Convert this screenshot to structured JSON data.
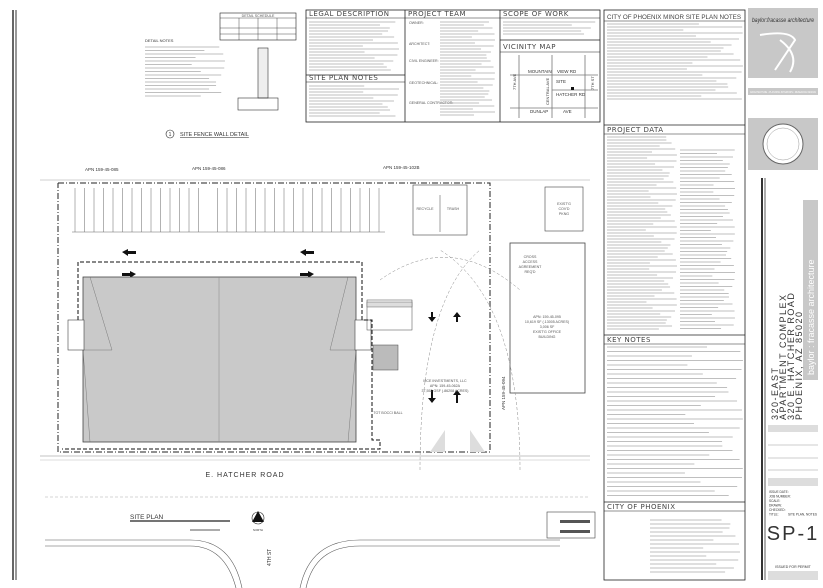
{
  "sheet": {
    "number": "SP-1",
    "status": "ISSUED FOR PERMIT",
    "project_lines": [
      "320-EAST",
      "APARTMENT COMPLEX",
      "320 E. HATCHER ROAD",
      "PHOENIX, AZ 85020"
    ],
    "firm_vertical": "baylor : fracasse architecture",
    "firm_logo": "baylor:fracasse architecture",
    "firm_services": "ARCHITECTURE • PLANNING INTERIORS • RESEARCH DESIGN",
    "info_labels": [
      "ISSUE DATE:",
      "JOB NUMBER:",
      "SCALE:",
      "DRAWN:",
      "CHECKED:",
      "TITLE:"
    ],
    "title_value": "SITE PLAN, NOTES"
  },
  "detail": {
    "title": "SITE FENCE WALL DETAIL",
    "number": "1",
    "schedule_title": "DETAIL SCHEDULE",
    "notes_title": "DETAIL NOTES"
  },
  "panels": {
    "legal_description": "LEGAL DESCRIPTION",
    "site_plan_notes": "SITE PLAN NOTES",
    "project_team": "PROJECT TEAM",
    "project_team_roles": [
      "OWNER:",
      "ARCHITECT:",
      "CIVIL ENGINEER:",
      "GEOTECHNICAL:",
      "GENERAL CONTRACTOR:"
    ],
    "scope_of_work": "SCOPE OF WORK",
    "vicinity_map": "VICINITY MAP",
    "minor_site_plan_notes": "CITY OF PHOENIX MINOR SITE PLAN NOTES",
    "project_data": "PROJECT DATA",
    "key_notes": "KEY NOTES",
    "city_of_phoenix": "CITY OF PHOENIX"
  },
  "vicinity": {
    "streets": [
      "MOUNTAIN",
      "VIEW RD",
      "HATCHER RD",
      "DUNLAP",
      "AVE",
      "7TH AVE",
      "CENTRAL AVE",
      "7TH ST"
    ],
    "site_label": "SITE"
  },
  "site_plan": {
    "title": "SITE PLAN",
    "north_label": "NORTH",
    "road": "E. HATCHER ROAD",
    "street": "4TH ST",
    "parcels": [
      "APN 159-45-085",
      "APN 159-45-086",
      "APN 159-45-102B",
      "APN 159-45-094"
    ],
    "office_building": [
      "APN: 159-45-095",
      "10,619 SF (.13005 ACRES)",
      "3,006 SF",
      "EXIST'G OFFICE",
      "BUILDING"
    ],
    "site_parcel": [
      "MCE INVESTMENTS, LLC",
      "APN: 159-45-062A",
      "37,552 GSF (.86208 ACRES)"
    ],
    "cross_access": [
      "CROSS",
      "ACCESS",
      "AGREEMENT",
      "REQ'D"
    ],
    "covered_parking": [
      "EXIST'G",
      "COV'D",
      "PKNG"
    ],
    "enclosures": [
      "RECYCLE",
      "TRASH"
    ],
    "tot_lot": "TOT BOCCI BALL"
  }
}
